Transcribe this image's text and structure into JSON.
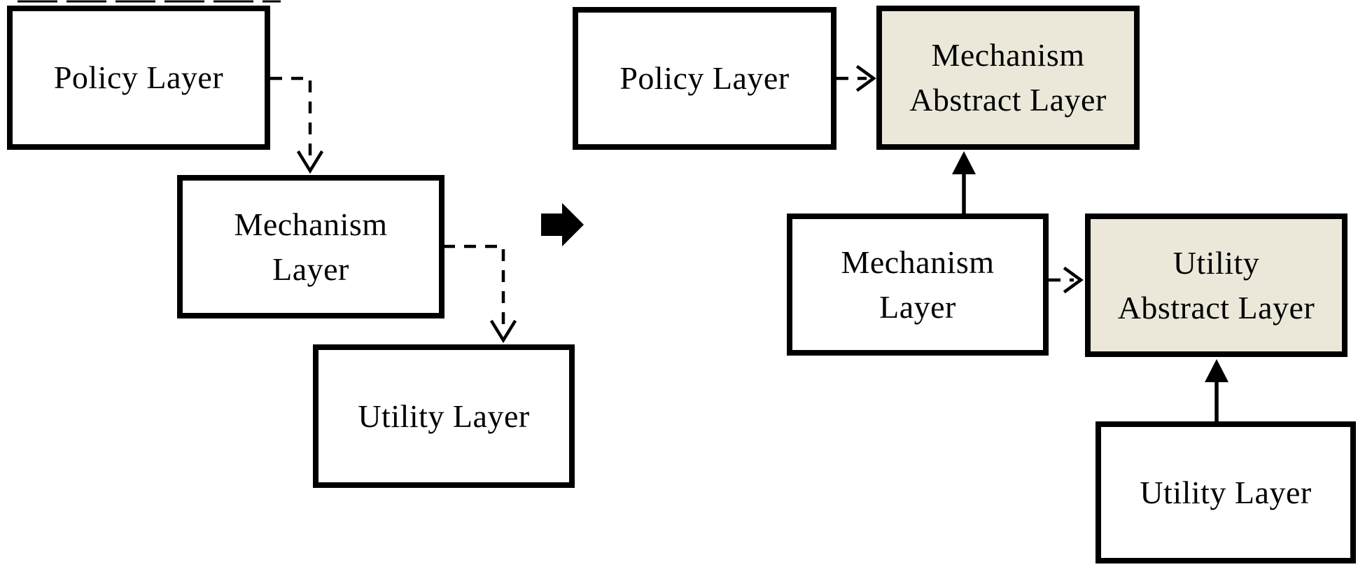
{
  "diagram": {
    "left": {
      "policy_label": "Policy Layer",
      "mechanism_label": "Mechanism\nLayer",
      "utility_label": "Utility Layer"
    },
    "right": {
      "policy_label": "Policy Layer",
      "mechanism_abstract_label": "Mechanism\nAbstract Layer",
      "mechanism_label": "Mechanism\nLayer",
      "utility_abstract_label": "Utility\nAbstract Layer",
      "utility_label": "Utility Layer"
    },
    "connectors": [
      {
        "from": "left.policy",
        "to": "left.mechanism",
        "style": "dashed-arrow"
      },
      {
        "from": "left.mechanism",
        "to": "left.utility",
        "style": "dashed-arrow"
      },
      {
        "from": "right.policy",
        "to": "right.mechanism_abstract",
        "style": "dashed-arrow"
      },
      {
        "from": "right.mechanism",
        "to": "right.mechanism_abstract",
        "style": "solid-arrow"
      },
      {
        "from": "right.mechanism",
        "to": "right.utility_abstract",
        "style": "dashed-arrow"
      },
      {
        "from": "right.utility",
        "to": "right.utility_abstract",
        "style": "solid-arrow"
      },
      {
        "from": "left-diagram",
        "to": "right-diagram",
        "style": "big-solid-arrow"
      }
    ],
    "colors": {
      "background": "#ffffff",
      "box_border": "#000000",
      "box_fill": "#ffffff",
      "abstract_box_fill": "#ebe8da",
      "text": "#000000",
      "arrow": "#000000"
    }
  }
}
